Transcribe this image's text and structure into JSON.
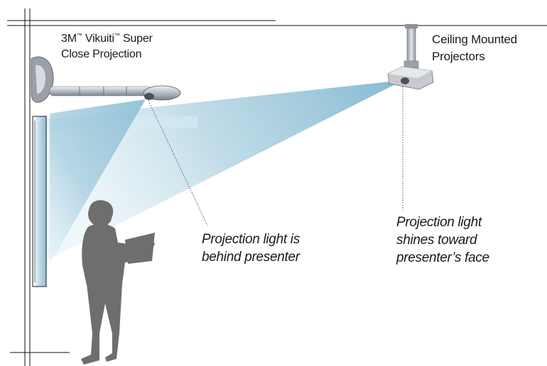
{
  "labels": {
    "short_throw": {
      "brand_3m": "3M",
      "tm_1": "™",
      "brand_vikuiti": " Vikuiti",
      "tm_2": "™",
      "rest_line1": " Super",
      "line2": "Close Projection"
    },
    "ceiling": {
      "line1": "Ceiling Mounted",
      "line2": "Projectors"
    }
  },
  "captions": {
    "behind": {
      "line1": "Projection light is",
      "line2": "behind presenter"
    },
    "toward": {
      "line1": "Projection light",
      "line2": "shines toward",
      "line3": "presenter’s face"
    }
  },
  "colors": {
    "beam_dark": "#7fb6cf",
    "beam_light": "#cfe6ef",
    "silhouette": "#6e6e6e",
    "frame_line": "#111111",
    "projector_silver": "#b9bcc0"
  }
}
